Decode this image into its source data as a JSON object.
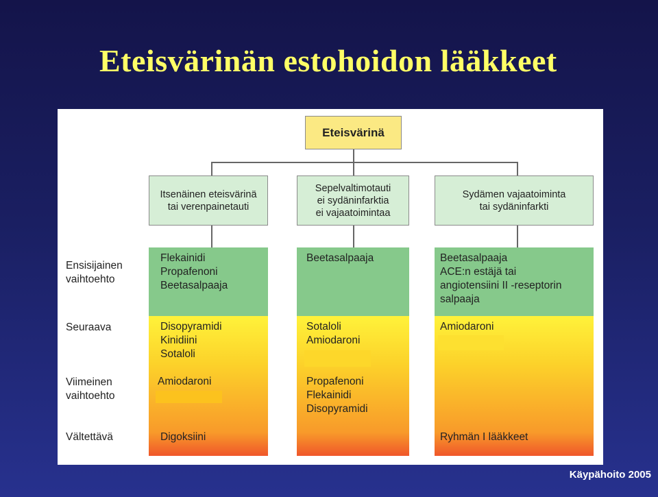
{
  "title": "Eteisvärinän estohoidon lääkkeet",
  "credit": "Käypähoito 2005",
  "diagram": {
    "root": "Eteisvärinä",
    "row_labels": {
      "first": [
        "Ensisijainen",
        "vaihtoehto"
      ],
      "next": "Seuraava",
      "last": [
        "Viimeinen",
        "vaihtoehto"
      ],
      "avoid": "Vältettävä"
    },
    "columns": [
      {
        "category": [
          "Itsenäinen eteisvärinä",
          "tai verenpainetauti"
        ],
        "first": [
          "Flekainidi",
          "Propafenoni",
          "Beetasalpaaja"
        ],
        "next": [
          "Disopyramidi",
          "Kinidiini",
          "Sotaloli"
        ],
        "last": [
          "Amiodaroni"
        ],
        "avoid": [
          "Digoksiini"
        ]
      },
      {
        "category": [
          "Sepelvaltimotauti",
          "ei sydäninfarktia",
          "ei vajaatoimintaa"
        ],
        "first": [
          "Beetasalpaaja"
        ],
        "next": [
          "Sotaloli",
          "Amiodaroni"
        ],
        "last": [
          "Propafenoni",
          "Flekainidi",
          "Disopyramidi"
        ],
        "avoid": []
      },
      {
        "category": [
          "Sydämen vajaatoiminta",
          "tai sydäninfarkti"
        ],
        "first": [
          "Beetasalpaaja",
          "ACE:n estäjä tai",
          "angiotensiini II -reseptorin",
          "salpaaja"
        ],
        "next": [
          "Amiodaroni"
        ],
        "last": [],
        "avoid": [
          "Ryhmän I lääkkeet"
        ]
      }
    ],
    "colors": {
      "root_fill": "#fbe983",
      "category_fill": "#d6eed6",
      "first_fill": "#86c98b",
      "gradient_top": "#fff23a",
      "gradient_bottom": "#e41e2e",
      "highlight": "#fcd22a",
      "title_color": "#ffff66"
    }
  }
}
